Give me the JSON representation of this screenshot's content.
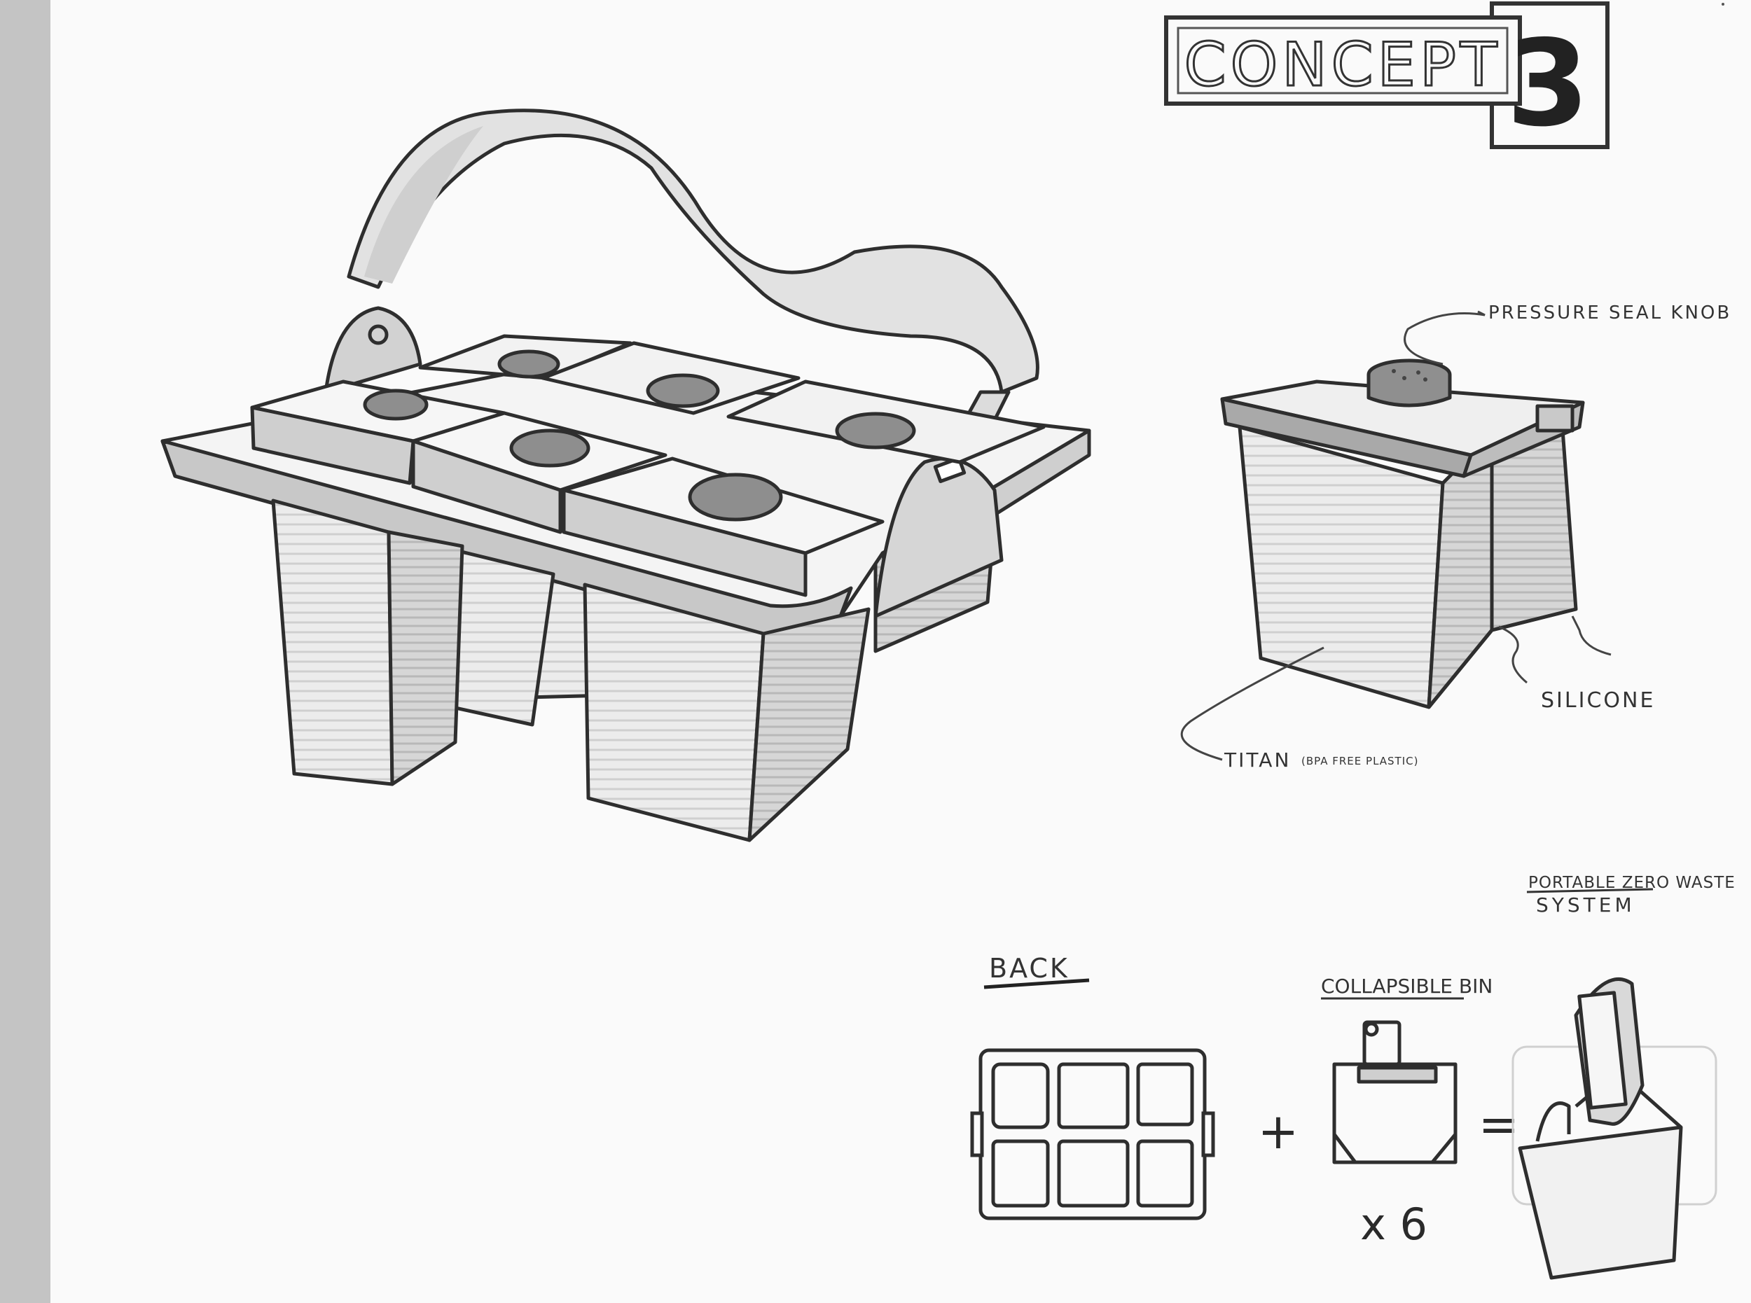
{
  "title": {
    "word": "CONCEPT",
    "number": "3"
  },
  "callouts": {
    "pressure_seal_knob": "PRESSURE SEAL KNOB",
    "silicone": "SILICONE",
    "titan": "TITAN",
    "titan_note": "(BPA FREE PLASTIC)"
  },
  "system": {
    "heading_line1": "PORTABLE ZERO WASTE",
    "heading_line2": "SYSTEM",
    "back_label": "BACK",
    "bin_label": "COLLAPSIBLE BIN",
    "plus": "+",
    "equals": "=",
    "multiplier": "x 6"
  }
}
